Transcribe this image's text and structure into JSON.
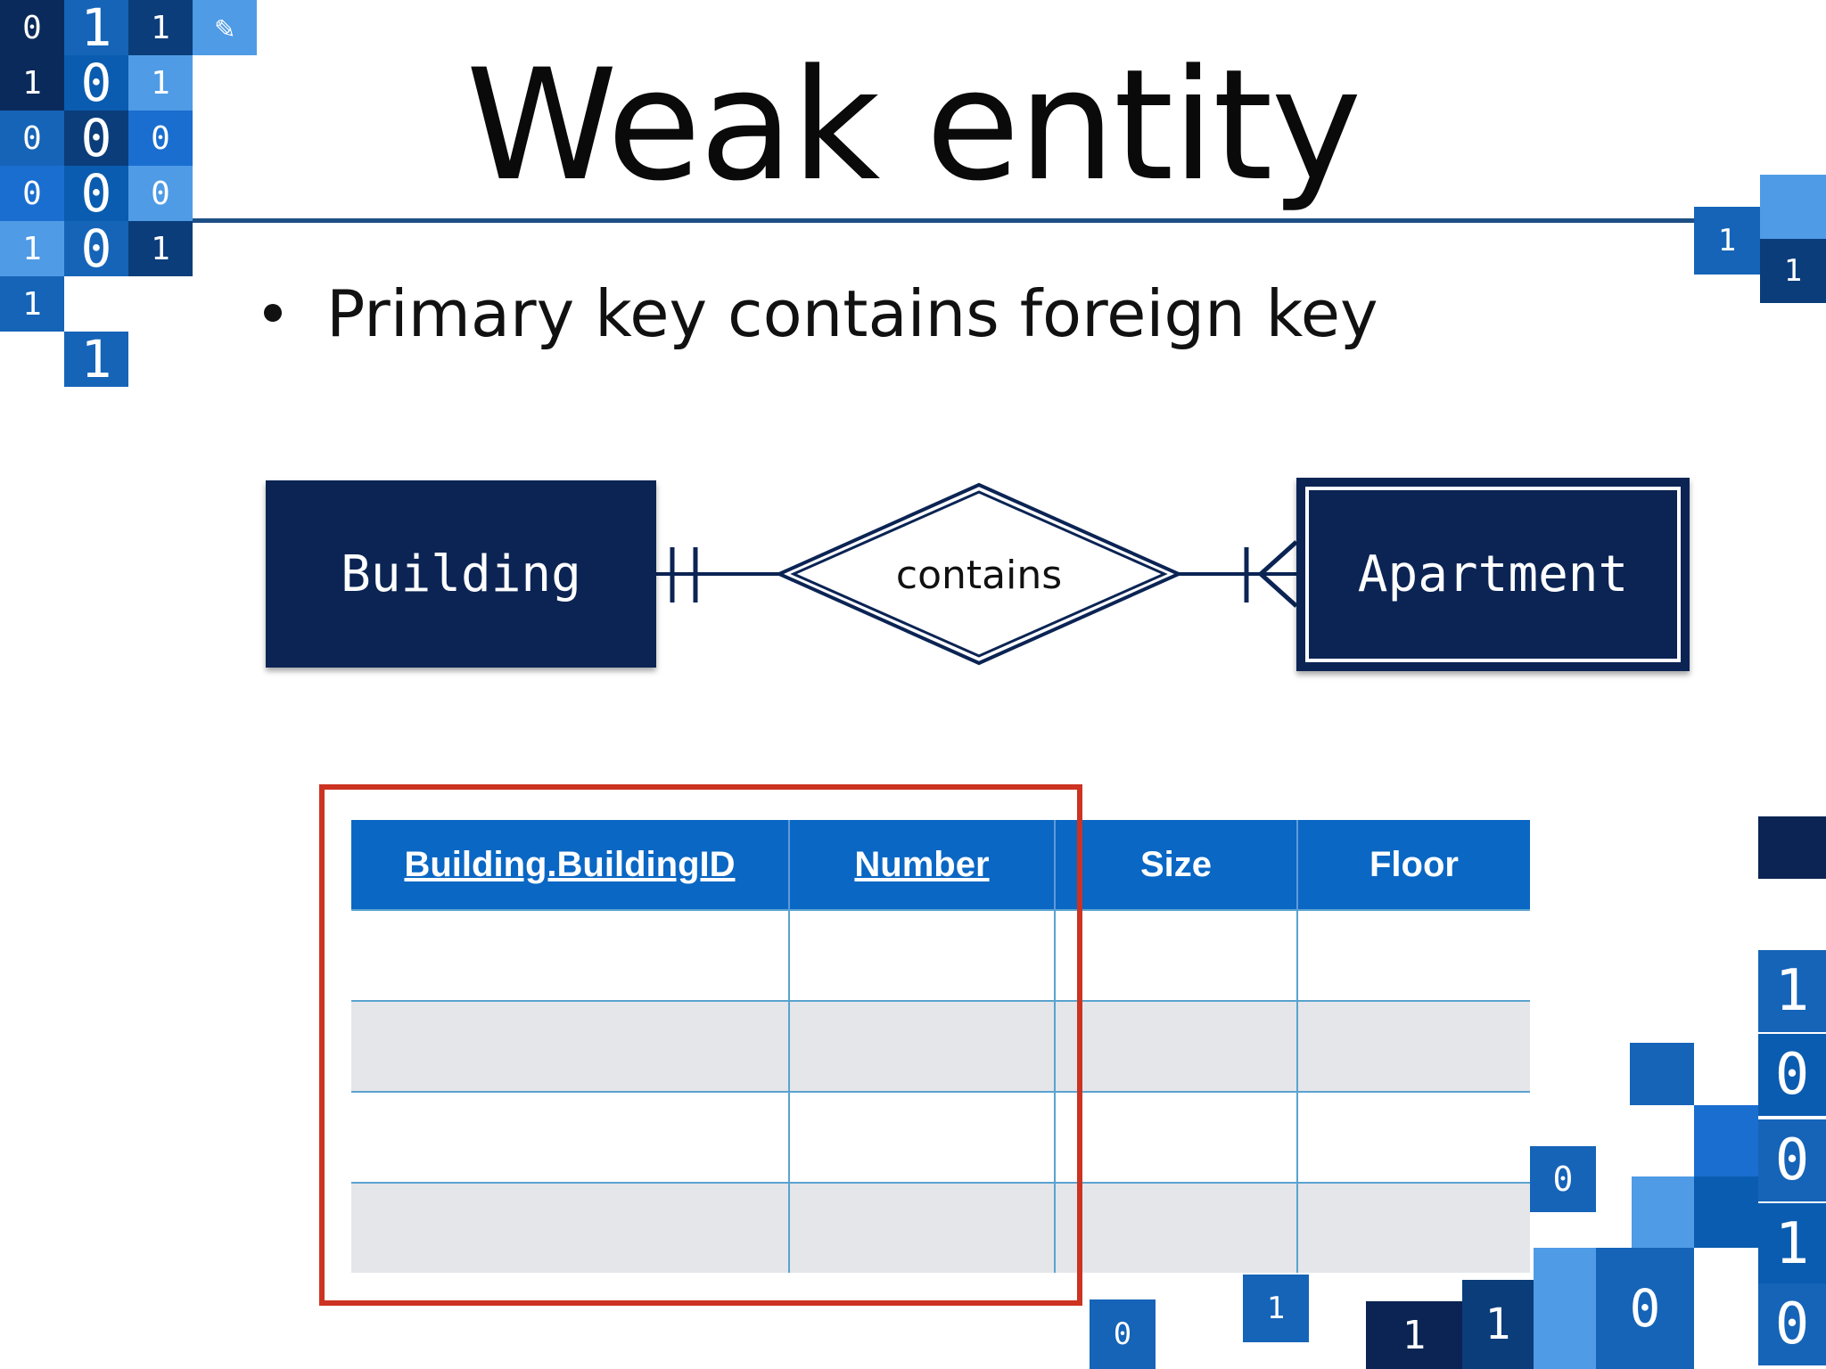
{
  "slide": {
    "title": "Weak entity",
    "bullet": "Primary key contains foreign key"
  },
  "diagram": {
    "entity_left": "Building",
    "relationship": "contains",
    "entity_right": "Apartment"
  },
  "table": {
    "headers": [
      "Building.BuildingID",
      "Number",
      "Size",
      "Floor"
    ],
    "key_columns": [
      0,
      1
    ],
    "row_count": 4
  },
  "colors": {
    "entity_fill": "#0b2454",
    "rule": "#1d4f85",
    "table_header": "#0a67c4",
    "table_alt_row": "#e5e6ea",
    "highlight": "#cc3322"
  },
  "decoration": {
    "top_left": [
      {
        "bg": "#0b2a5c",
        "t": "0"
      },
      {
        "bg": "#1564b8",
        "t": "1"
      },
      {
        "bg": "#0b3d7a",
        "t": "1"
      },
      {
        "bg": "#4f9be6",
        "t": "✎"
      },
      {
        "bg": "#0b2a5c",
        "t": "1"
      },
      {
        "bg": "#0a5cb0",
        "t": "0"
      },
      {
        "bg": "#4f9be6",
        "t": "1"
      },
      {
        "bg": "#ffffff",
        "t": ""
      },
      {
        "bg": "#1564b8",
        "t": "0"
      },
      {
        "bg": "#0b3d7a",
        "t": "0"
      },
      {
        "bg": "#1a6ed0",
        "t": "0"
      },
      {
        "bg": "#ffffff",
        "t": ""
      },
      {
        "bg": "#1a6ed0",
        "t": "0"
      },
      {
        "bg": "#0a5cb0",
        "t": "0"
      },
      {
        "bg": "#4f9be6",
        "t": "0"
      },
      {
        "bg": "#ffffff",
        "t": ""
      },
      {
        "bg": "#4f9be6",
        "t": "1"
      },
      {
        "bg": "#1564b8",
        "t": "0"
      },
      {
        "bg": "#0b3d7a",
        "t": "1"
      },
      {
        "bg": "#ffffff",
        "t": ""
      },
      {
        "bg": "#1564b8",
        "t": "1"
      },
      {
        "bg": "#ffffff",
        "t": ""
      },
      {
        "bg": "#ffffff",
        "t": ""
      },
      {
        "bg": "#ffffff",
        "t": ""
      },
      {
        "bg": "#ffffff",
        "t": ""
      },
      {
        "bg": "#1564b8",
        "t": "1"
      },
      {
        "bg": "#ffffff",
        "t": ""
      },
      {
        "bg": "#ffffff",
        "t": ""
      }
    ],
    "right_column": [
      "1",
      "0",
      "0",
      "1",
      "0"
    ],
    "right_top": [
      "1",
      "1"
    ]
  }
}
